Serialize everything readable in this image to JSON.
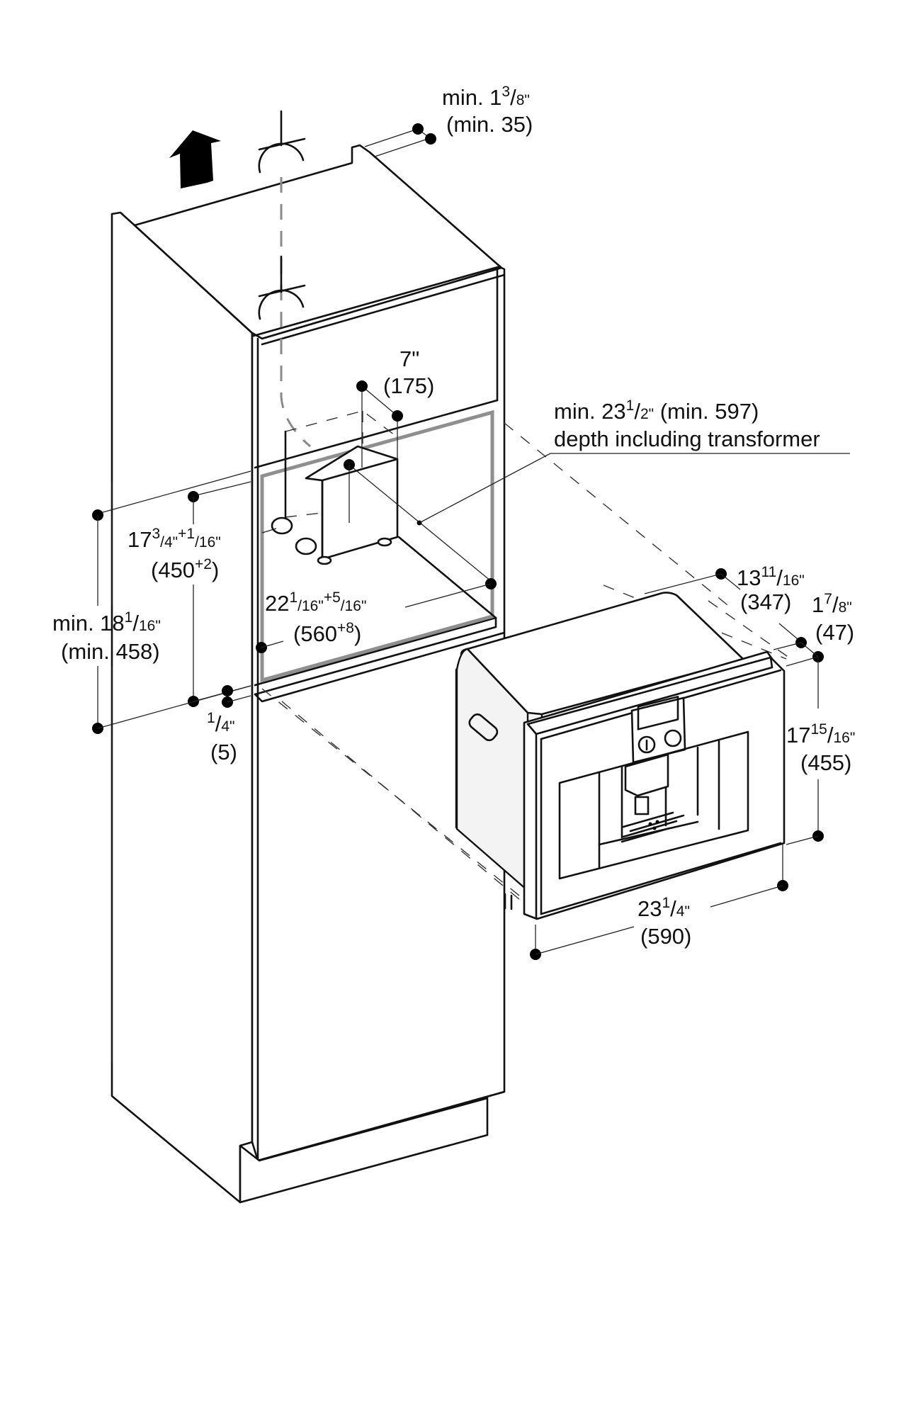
{
  "title": "Built-in coffee machine installation dimensions",
  "dimensions": {
    "top_clearance": {
      "line1_prefix": "min. 1",
      "line1_num": "3",
      "line1_den": "8\"",
      "line2": "(min. 35)"
    },
    "transformer_offset": {
      "line1": "7\"",
      "line2": "(175)"
    },
    "depth": {
      "line1_prefix": "min. 23",
      "line1_num": "1",
      "line1_den": "2\"",
      "line1_suffix": " (min. 597)",
      "line2": "depth including transformer"
    },
    "niche_height": {
      "line1_prefix": "17",
      "line1_num": "3",
      "line1_mid": "/4\"",
      "line1_tol_num": "+1",
      "line1_tol_den": "/16\"",
      "line2_prefix": "(450",
      "line2_sup": "+2",
      "line2_suffix": ")"
    },
    "niche_width": {
      "line1_prefix": "22",
      "line1_num": "1",
      "line1_mid": "/16\"",
      "line1_tol_num": "+5",
      "line1_tol_den": "/16\"",
      "line2_prefix": "(560",
      "line2_sup": "+8",
      "line2_suffix": ")"
    },
    "min_height": {
      "line1_prefix": "min. 18",
      "line1_num": "1",
      "line1_den": "16\"",
      "line2": "(min. 458)"
    },
    "shelf_gap": {
      "line1_num": "1",
      "line1_den": "4\"",
      "line2": "(5)"
    },
    "appliance_depth": {
      "line1_prefix": "13",
      "line1_num": "11",
      "line1_den": "16\"",
      "line2": "(347)"
    },
    "front_depth": {
      "line1_prefix": "1",
      "line1_num": "7",
      "line1_den": "8\"",
      "line2": "(47)"
    },
    "appliance_height": {
      "line1_prefix": "17",
      "line1_num": "15",
      "line1_den": "16\"",
      "line2": "(455)"
    },
    "appliance_width": {
      "line1_prefix": "23",
      "line1_num": "1",
      "line1_den": "4\"",
      "line2": "(590)"
    }
  },
  "icons": {
    "airflow_arrow": "up-arrow",
    "vent_symbols": "ventilation-symbol"
  }
}
